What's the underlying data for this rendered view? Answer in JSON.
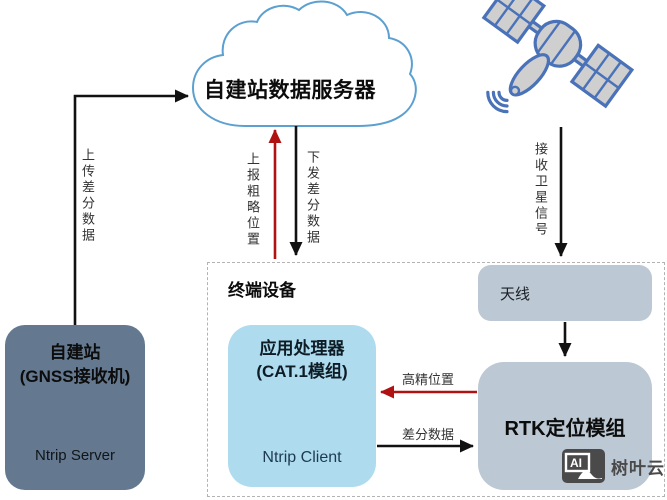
{
  "diagram": {
    "cloud": {
      "label": "自建站数据服务器"
    },
    "station_box": {
      "title_line1": "自建站",
      "title_line2": "(GNSS接收机)",
      "footer": "Ntrip Server"
    },
    "terminal_panel": {
      "title": "终端设备"
    },
    "app_box": {
      "title_line1": "应用处理器",
      "title_line2": "(CAT.1模组)",
      "footer": "Ntrip Client"
    },
    "antenna_box": {
      "label": "天线"
    },
    "rtk_box": {
      "label": "RTK定位模组"
    },
    "flows": {
      "upload_diff_label": "上传差分数据",
      "report_coarse_label": "上报粗略位置",
      "downlink_diff_label": "下发差分数据",
      "satellite_signal_label": "接收卫星信号",
      "high_precision_label": "高精位置",
      "diff_data_label": "差分数据"
    },
    "watermark": {
      "logo_text": "AI",
      "brand": "树叶云"
    },
    "colors": {
      "arrow_black": "#111111",
      "arrow_red": "#b01212",
      "cloud_stroke": "#5ba0d0",
      "station_fill": "#64798f",
      "app_fill": "#aedcee",
      "module_fill": "#bcc8d4",
      "satellite_stroke": "#4a72b8",
      "watermark_gray": "#4a4a4a"
    }
  }
}
